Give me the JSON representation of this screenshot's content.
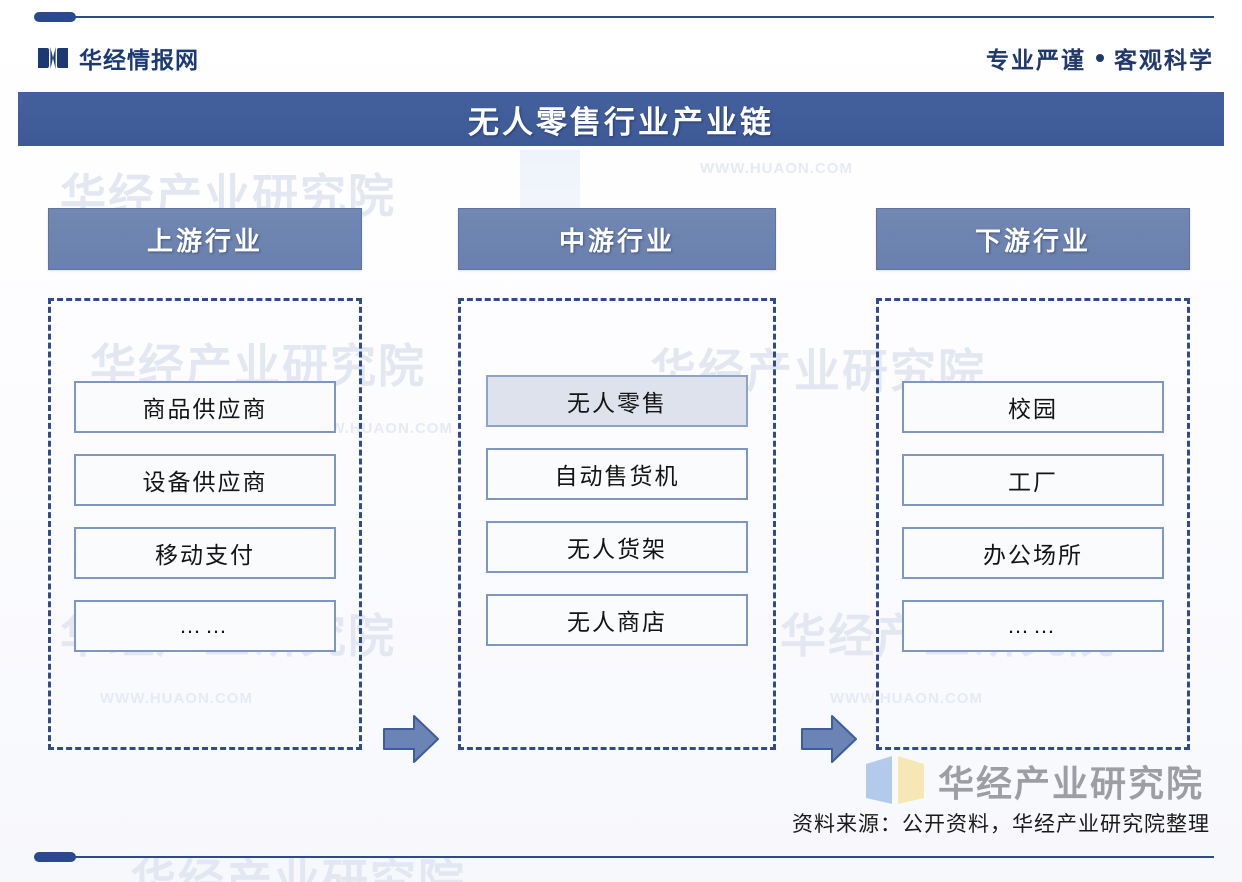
{
  "header": {
    "brand_name": "华经情报网",
    "brand_icon": "open-book-icon",
    "tagline_left": "专业严谨",
    "tagline_separator": "•",
    "tagline_right": "客观科学"
  },
  "title_bar": {
    "title": "无人零售行业产业链",
    "bg_color": "#3f5d9b"
  },
  "colors": {
    "title_bar": "#3f5d9b",
    "column_header": "#6c83ae",
    "dashed_border": "#2f4b8c",
    "item_border": "#7e97c2",
    "item_bg": "#fafbfd",
    "highlight_bg": "#dde2ed",
    "arrow": "#6b83b5",
    "accent_rule": "#2f4a86"
  },
  "columns": [
    {
      "id": "upstream",
      "header": "上游行业",
      "items": [
        {
          "label": "商品供应商",
          "highlight": false
        },
        {
          "label": "设备供应商",
          "highlight": false
        },
        {
          "label": "移动支付",
          "highlight": false
        },
        {
          "label": "……",
          "highlight": false
        }
      ]
    },
    {
      "id": "midstream",
      "header": "中游行业",
      "items": [
        {
          "label": "无人零售",
          "highlight": true
        },
        {
          "label": "自动售货机",
          "highlight": false
        },
        {
          "label": "无人货架",
          "highlight": false
        },
        {
          "label": "无人商店",
          "highlight": false
        }
      ]
    },
    {
      "id": "downstream",
      "header": "下游行业",
      "items": [
        {
          "label": "校园",
          "highlight": false
        },
        {
          "label": "工厂",
          "highlight": false
        },
        {
          "label": "办公场所",
          "highlight": false
        },
        {
          "label": "……",
          "highlight": false
        }
      ]
    }
  ],
  "arrows": [
    {
      "name": "arrow-upstream-to-midstream",
      "direction": "right"
    },
    {
      "name": "arrow-midstream-to-downstream",
      "direction": "right"
    }
  ],
  "footer": {
    "source": "资料来源：公开资料，华经产业研究院整理",
    "watermark_logo_text": "华经产业研究院"
  },
  "watermarks": [
    "华经产业研究院",
    "WWW.HUAON.COM"
  ]
}
